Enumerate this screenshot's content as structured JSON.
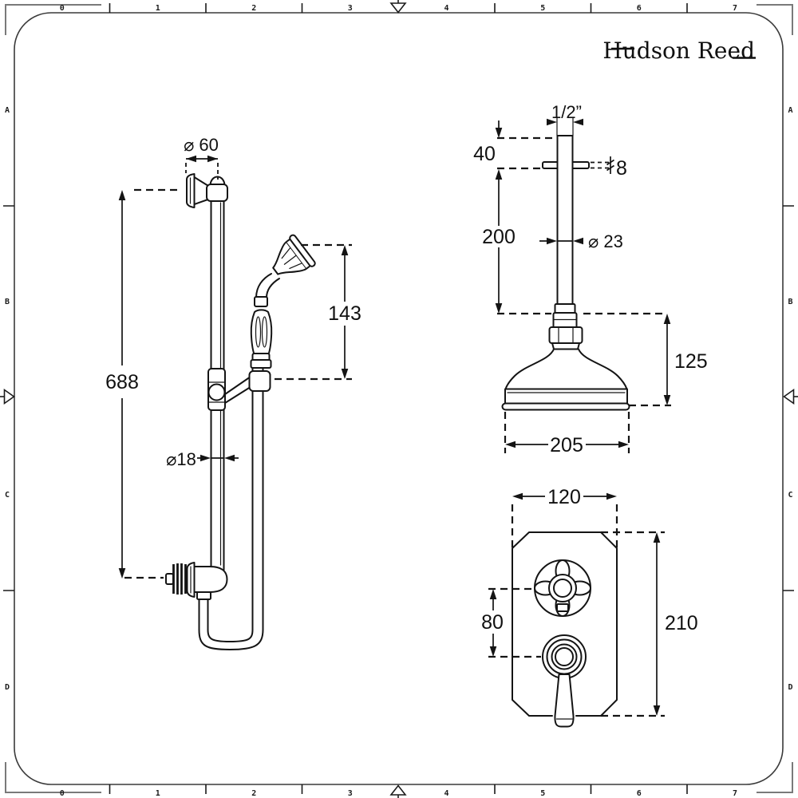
{
  "brand": {
    "name": "Hudson Reed"
  },
  "ruler": {
    "top": [
      "0",
      "1",
      "2",
      "3",
      "4",
      "5",
      "6",
      "7"
    ],
    "bottom": [
      "0",
      "1",
      "2",
      "3",
      "4",
      "5",
      "6",
      "7"
    ],
    "left": [
      "A",
      "B",
      "C",
      "D"
    ],
    "right": [
      "A",
      "B",
      "C",
      "D"
    ]
  },
  "dimensions": {
    "slide_rail": {
      "bracket_diameter": "⌀ 60",
      "rail_length": "688",
      "handset_length": "143",
      "rail_diameter": "⌀18"
    },
    "ceiling_shower": {
      "thread": "1/2”",
      "ceiling_to_plate": "40",
      "plate_thickness": "8",
      "arm_length": "200",
      "arm_diameter": "⌀ 23",
      "head_height": "125",
      "head_diameter": "205"
    },
    "valve": {
      "plate_width": "120",
      "control_spacing": "80",
      "plate_height": "210"
    }
  },
  "colors": {
    "line": "#141414",
    "frame": "#3a3a3a",
    "background": "#ffffff"
  }
}
